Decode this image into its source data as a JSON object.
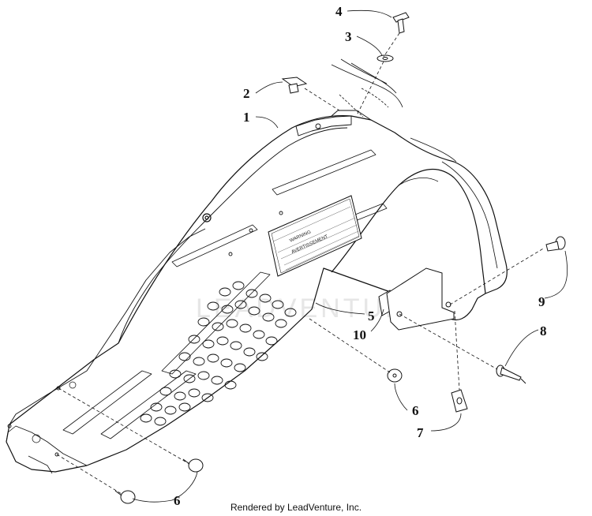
{
  "callouts": {
    "c1": "1",
    "c2": "2",
    "c3": "3",
    "c4": "4",
    "c5": "5",
    "c6a": "6",
    "c6b": "6",
    "c7": "7",
    "c8": "8",
    "c9": "9",
    "c10": "10"
  },
  "decal": {
    "line1": "WARNING",
    "line2": "AVERTISSEMENT"
  },
  "watermark": "LEADVENTURE",
  "footer": "Rendered by LeadVenture, Inc."
}
